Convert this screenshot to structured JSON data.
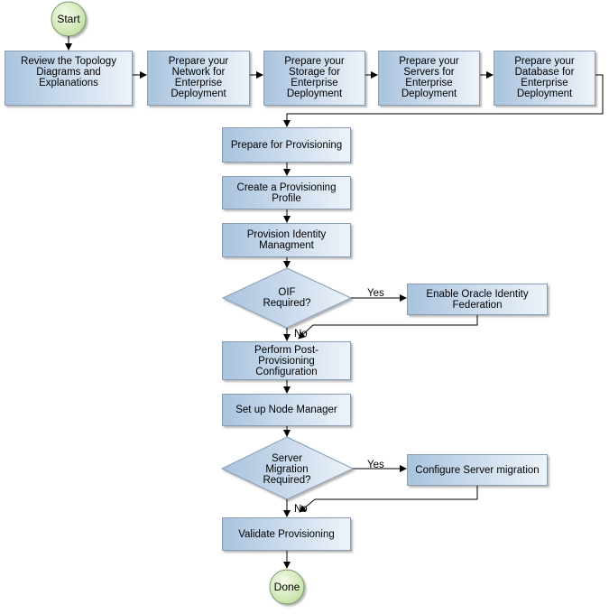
{
  "start": "Start",
  "done": "Done",
  "row_steps": [
    "Review the Topology Diagrams and Explanations",
    "Prepare your Network for Enterprise Deployment",
    "Prepare your Storage for Enterprise Deployment",
    "Prepare your Servers for Enterprise Deployment",
    "Prepare your Database for Enterprise Deployment"
  ],
  "steps": {
    "prepare_provisioning": "Prepare for Provisioning",
    "create_profile": "Create a Provisioning Profile",
    "provision_identity": "Provision Identity Managment",
    "post_provisioning": "Perform Post-Provisioning Configuration",
    "node_manager": "Set up Node Manager",
    "validate": "Validate Provisioning"
  },
  "decisions": {
    "oif": "OIF Required?",
    "server_migration": "Server Migration Required?"
  },
  "branch_steps": {
    "enable_oif": "Enable Oracle Identity Federation",
    "configure_migration": "Configure Server migration"
  },
  "edge_labels": {
    "yes": "Yes",
    "no": "No"
  }
}
